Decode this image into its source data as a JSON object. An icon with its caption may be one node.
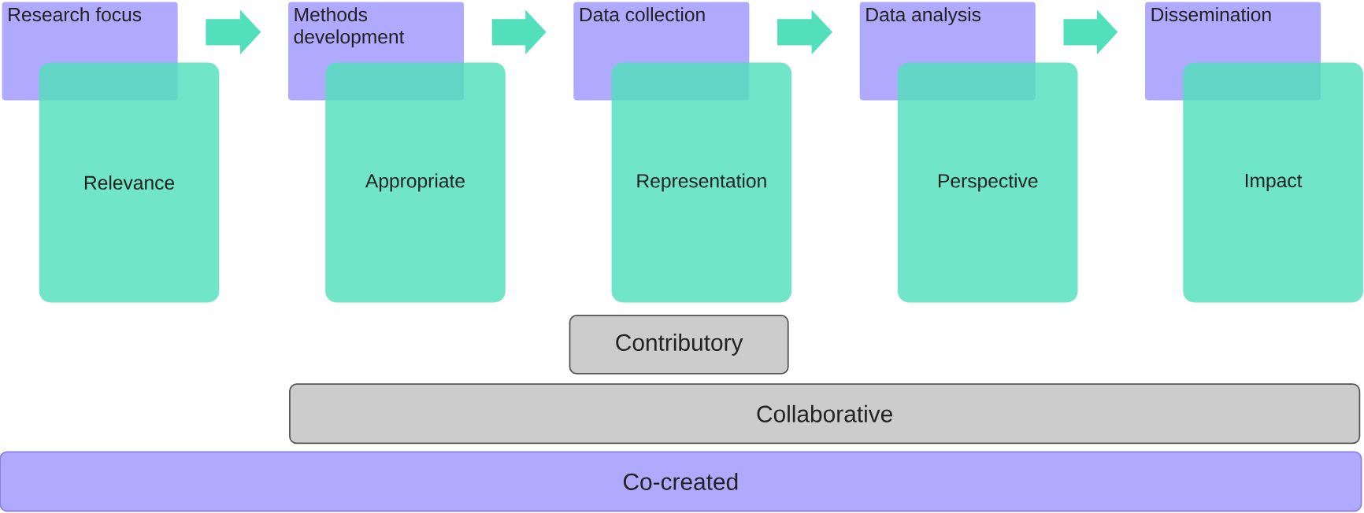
{
  "diagram": {
    "nodes": [
      {
        "text": [
          "Research focus"
        ]
      },
      {
        "text": [
          "Relevance"
        ]
      },
      {
        "text": [
          "Methods development"
        ]
      },
      {
        "text": [
          "Appropriate"
        ]
      },
      {
        "text": [
          "Data collection"
        ]
      },
      {
        "text": [
          "Representation"
        ]
      },
      {
        "text": [
          "Data analysis"
        ]
      },
      {
        "text": [
          "Perspective"
        ]
      },
      {
        "text": [
          "Dissemination"
        ]
      },
      {
        "text": [
          "Impact"
        ]
      },
      {
        "text": [
          "Contributory"
        ]
      },
      {
        "text": [
          "Collaborative"
        ]
      },
      {
        "text": [
          "Co-created"
        ]
      }
    ],
    "edges": [
      {
        "from": 0,
        "to": 2,
        "arrow": "to"
      },
      {
        "from": 2,
        "to": 4,
        "arrow": "to"
      },
      {
        "from": 4,
        "to": 6,
        "arrow": "to"
      },
      {
        "from": 6,
        "to": 8,
        "arrow": "to"
      }
    ]
  }
}
